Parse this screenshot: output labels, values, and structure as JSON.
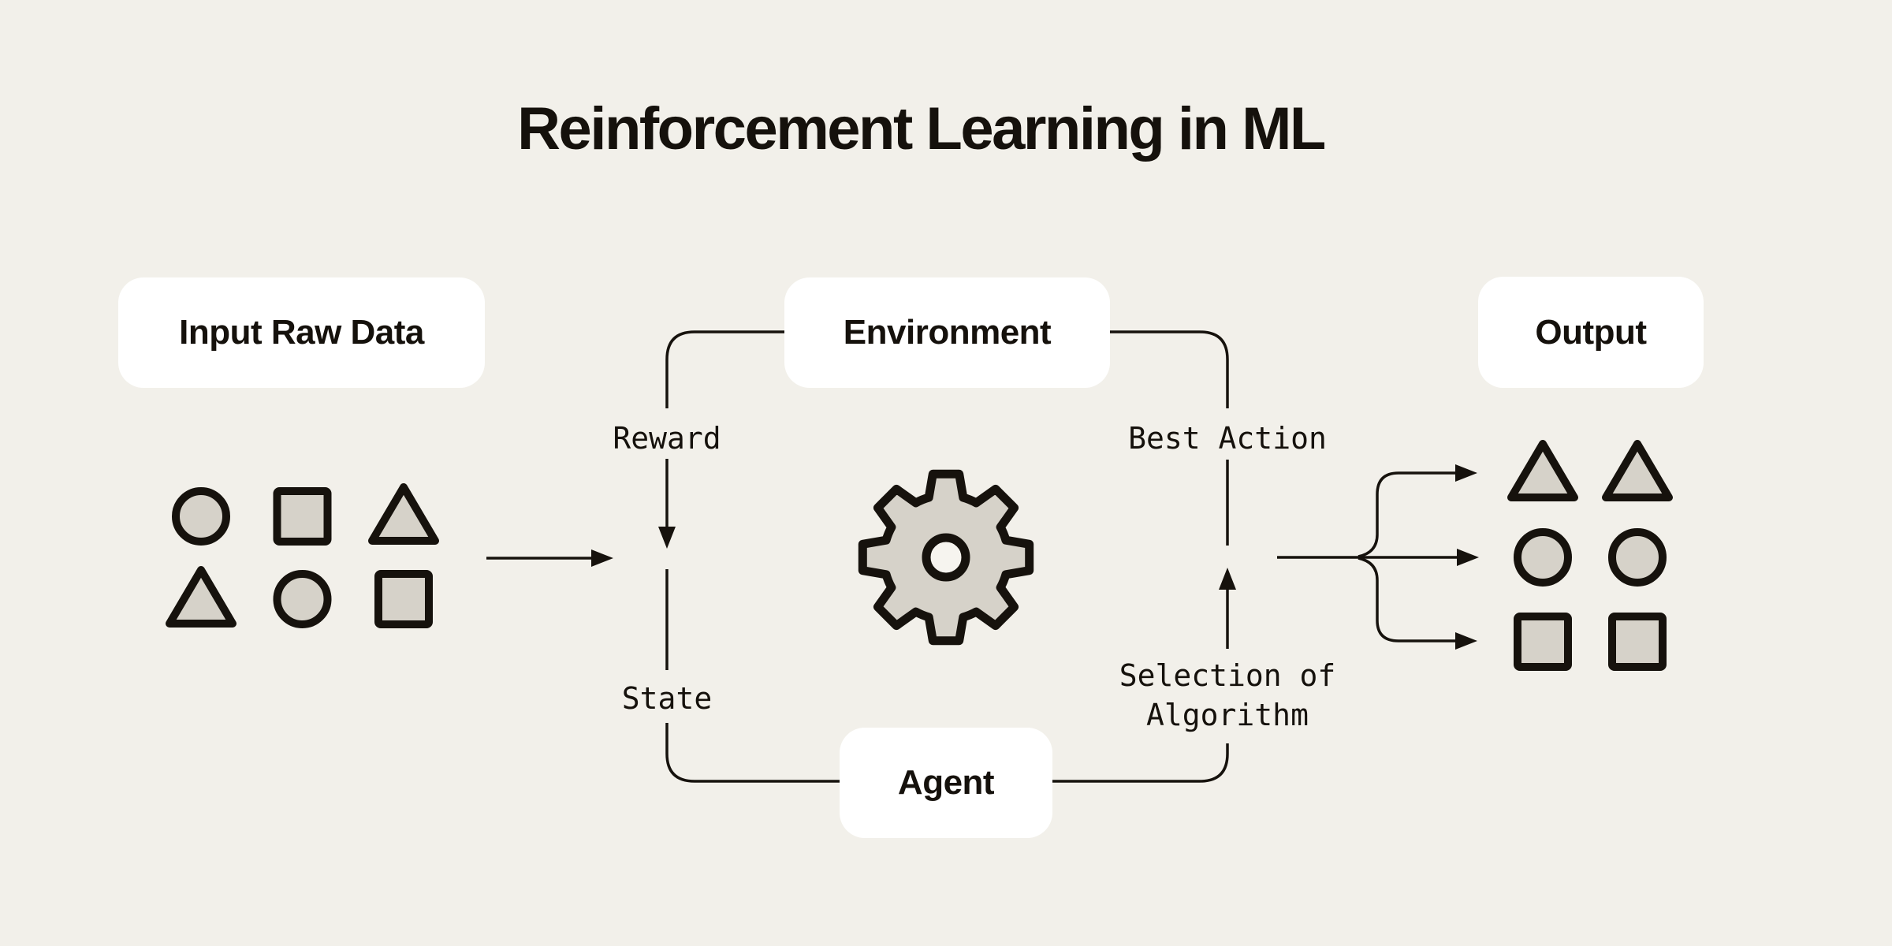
{
  "title": "Reinforcement Learning in ML",
  "nodes": {
    "input": {
      "label": "Input Raw Data"
    },
    "environment": {
      "label": "Environment"
    },
    "agent": {
      "label": "Agent"
    },
    "output": {
      "label": "Output"
    }
  },
  "edge_labels": {
    "reward": "Reward",
    "state": "State",
    "best_action": "Best Action",
    "selection": {
      "label": "Selection of Algorithm",
      "lines": [
        "Selection of",
        "Algorithm"
      ]
    }
  },
  "icons": {
    "center": "gear-icon"
  },
  "input_shapes": [
    [
      "circle",
      "square",
      "triangle"
    ],
    [
      "triangle",
      "circle",
      "square"
    ]
  ],
  "output_shapes": [
    [
      "triangle",
      "triangle"
    ],
    [
      "circle",
      "circle"
    ],
    [
      "square",
      "square"
    ]
  ],
  "colors": {
    "background": "#F2F0EA",
    "node_fill": "#FFFFFF",
    "shape_fill": "#D6D2C9",
    "line": "#16120D",
    "text": "#15110C",
    "gear_hub_fill": "#F6F4EF"
  }
}
